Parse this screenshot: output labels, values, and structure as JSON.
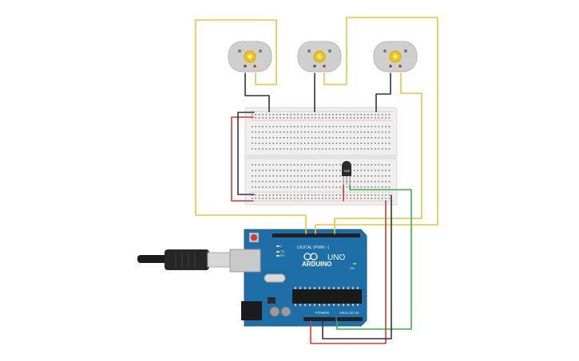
{
  "colors": {
    "wire_yellow": "#e8c63a",
    "wire_red": "#d63a33",
    "wire_black": "#333333",
    "wire_green": "#3fae47",
    "board_blue": "#1e6fa8",
    "board_dark": "#175e91",
    "motor_body": "#cfcfcf",
    "motor_shaft": "#f1c40f",
    "breadboard": "#efefef"
  },
  "arduino": {
    "brand": "ARDUINO",
    "model": "UNO",
    "digital_header": "DIGITAL (PWM ~)",
    "power_header": "POWER",
    "analog_header": "ANALOG IN",
    "led_labels": [
      "L",
      "TX",
      "RX"
    ],
    "on_label": "ON"
  },
  "sensor": {
    "label": "TMP"
  },
  "components": {
    "motors": [
      "motor-1",
      "motor-2",
      "motor-3"
    ],
    "usb": "usb-cable"
  }
}
